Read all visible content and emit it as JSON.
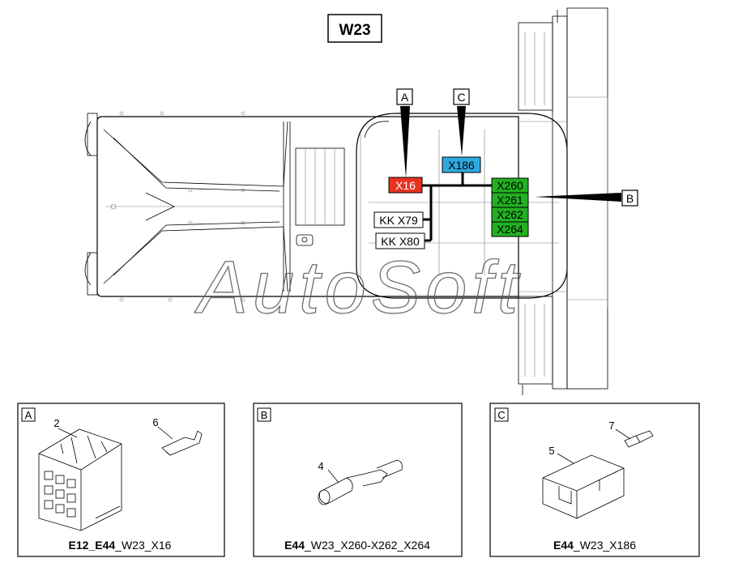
{
  "title": "W23",
  "callouts": {
    "a": "A",
    "b": "B",
    "c": "C"
  },
  "connectors": [
    {
      "label": "X16",
      "color": "#e8321f",
      "text_color": "#ffffff"
    },
    {
      "label": "X186",
      "color": "#2fa8e0",
      "text_color": "#000000"
    },
    {
      "label": "X260",
      "color": "#22b022",
      "text_color": "#000000"
    },
    {
      "label": "X261",
      "color": "#22b022",
      "text_color": "#000000"
    },
    {
      "label": "X262",
      "color": "#22b022",
      "text_color": "#000000"
    },
    {
      "label": "X264",
      "color": "#22b022",
      "text_color": "#000000"
    },
    {
      "label": "KK X79",
      "color": "#ffffff",
      "text_color": "#000000"
    },
    {
      "label": "KK X80",
      "color": "#ffffff",
      "text_color": "#000000"
    }
  ],
  "watermark": "AutoSoft",
  "panels": [
    {
      "letter": "A",
      "parts": [
        "2",
        "6"
      ],
      "caption_bold": "E12_E44",
      "caption_rest": "_W23_X16"
    },
    {
      "letter": "B",
      "parts": [
        "4"
      ],
      "caption_bold": "E44",
      "caption_rest": "_W23_X260-X262_X264"
    },
    {
      "letter": "C",
      "parts": [
        "7",
        "5"
      ],
      "caption_bold": "E44",
      "caption_rest": "_W23_X186"
    }
  ]
}
